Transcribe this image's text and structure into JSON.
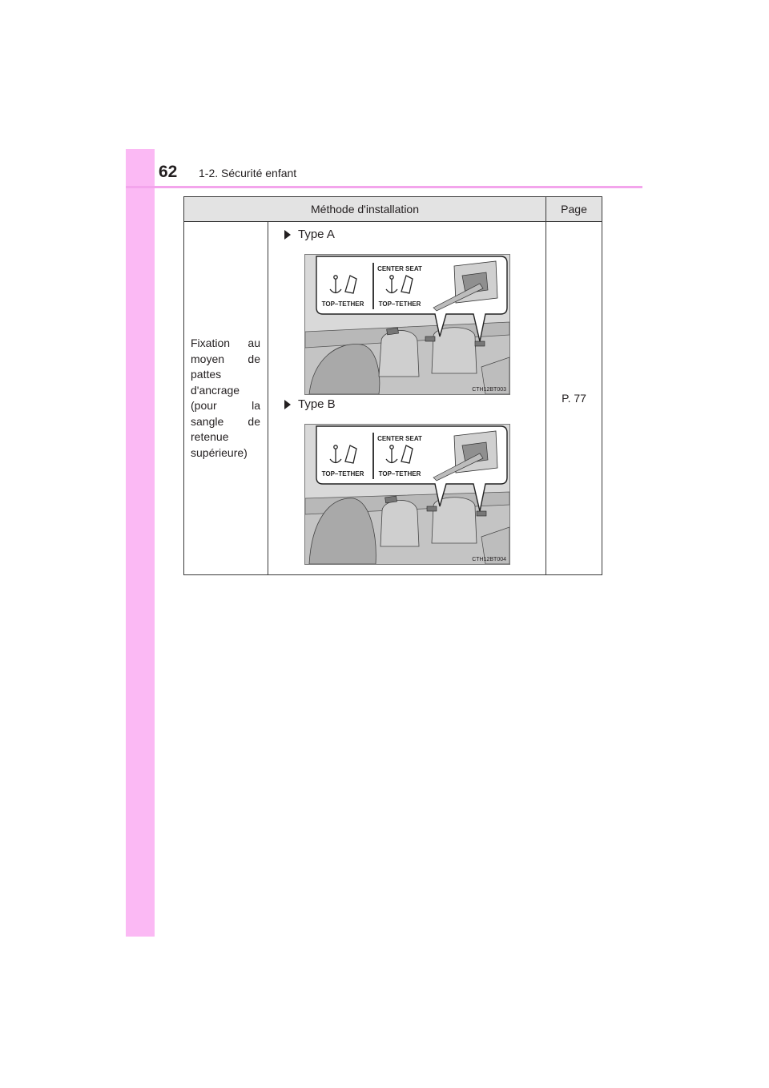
{
  "header": {
    "page_number": "62",
    "section": "1-2. Sécurité enfant"
  },
  "colors": {
    "side_tab": "#fbb9f4",
    "header_rule": "#f3a5ec",
    "table_header_bg": "#e3e3e3"
  },
  "table": {
    "col_method": "Méthode d'installation",
    "col_page": "Page",
    "row": {
      "method_lines": [
        "Fixation au",
        "moyen de",
        "pattes",
        "d'ancrage",
        "(pour la",
        "sangle de",
        "retenue",
        "supérieure)"
      ],
      "page_ref": "P. 77",
      "types": [
        {
          "label": "Type A",
          "illustration": {
            "center_seat_label": "CENTER SEAT",
            "tether_label_1": "TOP–TETHER",
            "tether_label_2": "TOP–TETHER",
            "code": "CTH12BT003"
          }
        },
        {
          "label": "Type B",
          "illustration": {
            "center_seat_label": "CENTER SEAT",
            "tether_label_1": "TOP–TETHER",
            "tether_label_2": "TOP–TETHER",
            "code": "CTH12BT004"
          }
        }
      ]
    }
  }
}
